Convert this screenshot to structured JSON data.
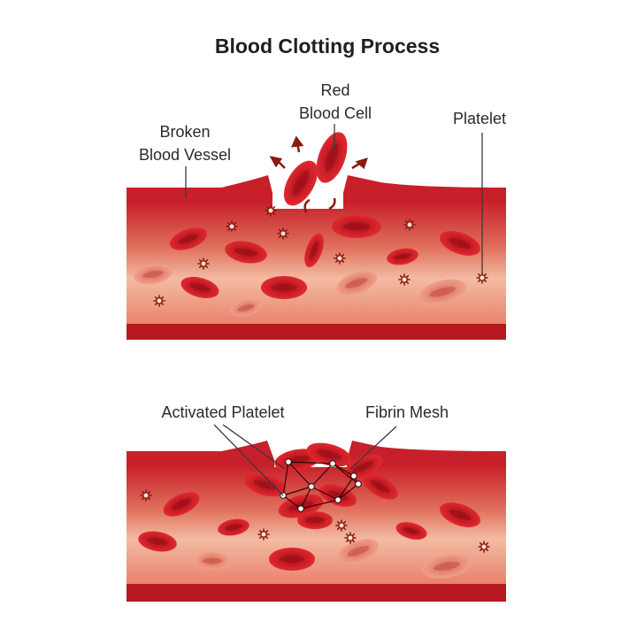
{
  "diagram": {
    "title": "Blood Clotting Process",
    "labels": {
      "red_blood_cell": [
        "Red",
        "Blood Cell"
      ],
      "broken_blood_vessel": [
        "Broken",
        "Blood Vessel"
      ],
      "platelet": "Platelet",
      "activated_platelet": "Activated Platelet",
      "fibrin_mesh": "Fibrin Mesh"
    },
    "colors": {
      "vessel_wall": "#c8202a",
      "vessel_dark": "#9e1218",
      "vessel_inner": "#f2b49a",
      "red_cell": "#d8222b",
      "red_cell_core": "#a3121a",
      "faded_cell": "#e98a78",
      "platelet": "#8a1a12",
      "fibrin": "#2b0a08"
    },
    "panels": [
      "broken-vessel",
      "clot-formation"
    ]
  }
}
